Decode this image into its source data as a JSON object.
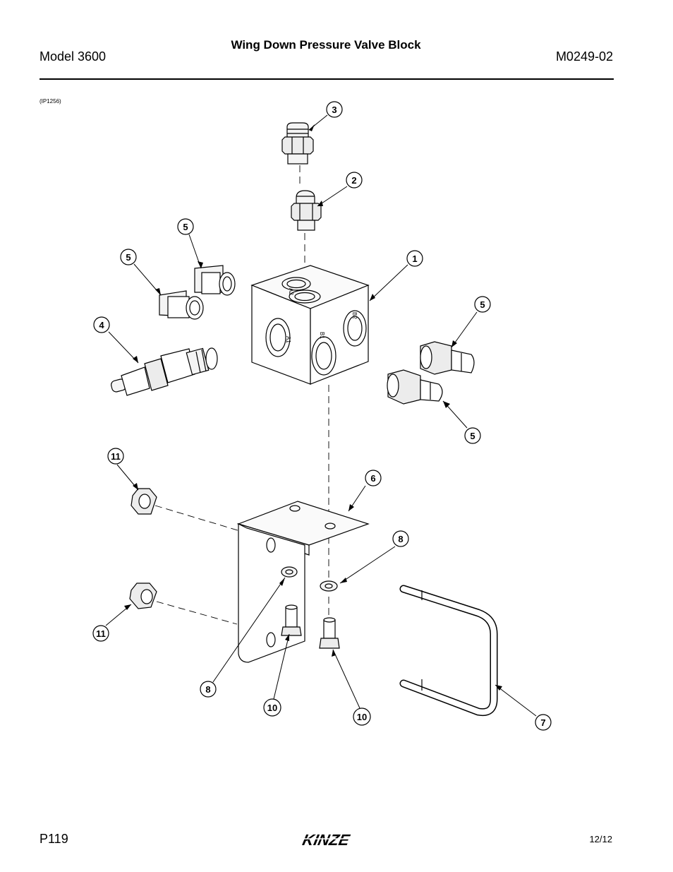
{
  "header": {
    "model": "Model 3600",
    "title": "Wing Down Pressure Valve Block",
    "doc_number": "M0249-02"
  },
  "figure": {
    "id": "(IP1256)",
    "port_labels": [
      "B2",
      "B1",
      "A1",
      "A2"
    ],
    "callouts": [
      {
        "label": "1"
      },
      {
        "label": "2"
      },
      {
        "label": "3"
      },
      {
        "label": "4"
      },
      {
        "label": "5"
      },
      {
        "label": "5"
      },
      {
        "label": "5"
      },
      {
        "label": "5"
      },
      {
        "label": "6"
      },
      {
        "label": "7"
      },
      {
        "label": "8"
      },
      {
        "label": "8"
      },
      {
        "label": "10"
      },
      {
        "label": "10"
      },
      {
        "label": "11"
      },
      {
        "label": "11"
      }
    ]
  },
  "footer": {
    "page": "P119",
    "brand_logo": "KINZE",
    "date": "12/12"
  }
}
